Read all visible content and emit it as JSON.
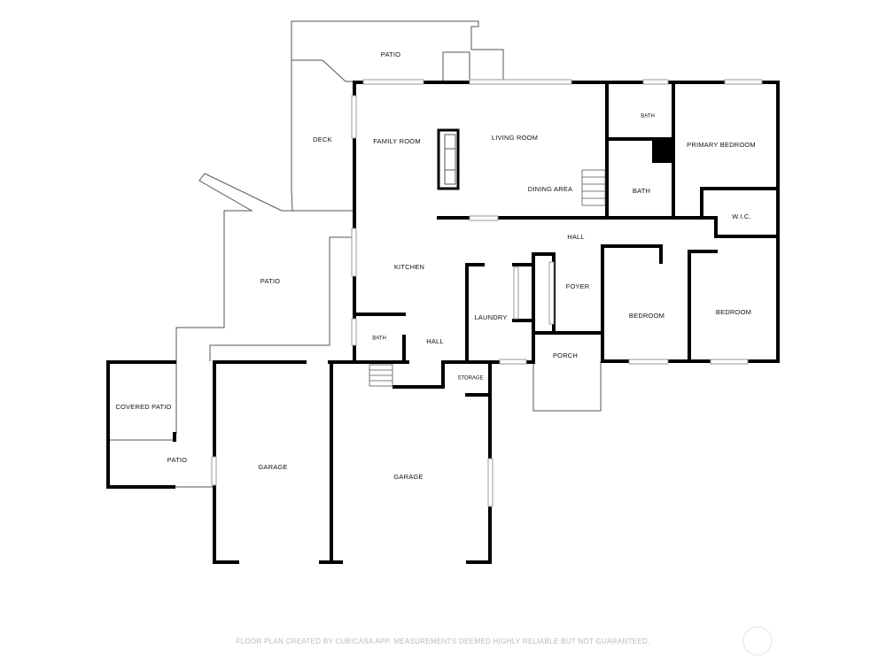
{
  "rooms": {
    "patio_top": "PATIO",
    "deck": "DECK",
    "family_room": "FAMILY ROOM",
    "living_room": "LIVING ROOM",
    "dining_area": "DINING AREA",
    "bath_upper": "BATH",
    "primary_bedroom": "PRIMARY BEDROOM",
    "bath_mid": "BATH",
    "wic": "W.I.C.",
    "hall_main": "HALL",
    "patio_left": "PATIO",
    "kitchen": "KITCHEN",
    "foyer": "FOYER",
    "laundry": "LAUNDRY",
    "bedroom_1": "BEDROOM",
    "bedroom_2": "BEDROOM",
    "bath_small": "BATH",
    "hall_lower": "HALL",
    "porch": "PORCH",
    "storage": "STORAGE",
    "covered_patio": "COVERED PATIO",
    "patio_bottom": "PATIO",
    "garage_1": "GARAGE",
    "garage_2": "GARAGE"
  },
  "footer": "FLOOR PLAN CREATED BY CUBICASA APP. MEASUREMENTS DEEMED HIGHLY RELIABLE BUT NOT GUARANTEED."
}
